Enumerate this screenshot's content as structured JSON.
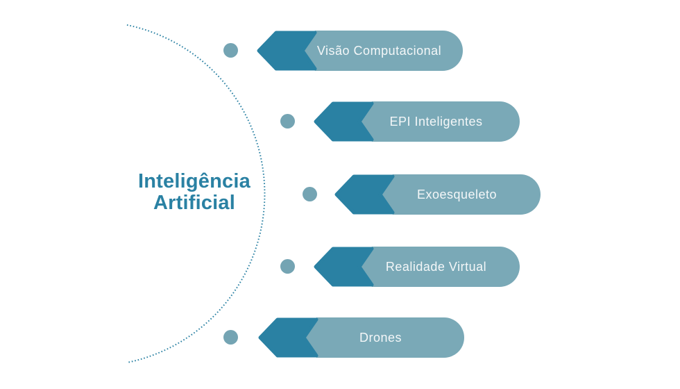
{
  "diagram": {
    "type": "radial-branch-list",
    "center": {
      "label": "Inteligência Artificial"
    },
    "items": [
      {
        "label": "Visão Computacional"
      },
      {
        "label": "EPI Inteligentes"
      },
      {
        "label": "Exoesqueleto"
      },
      {
        "label": "Realidade Virtual"
      },
      {
        "label": "Drones"
      }
    ],
    "colors": {
      "arrow_dark_teal": "#2a81a3",
      "pill_light_teal": "#7aa9b7",
      "bullet_dot": "#74a4b3",
      "arc_dotted": "#2a81a3",
      "title_text": "#2a81a3",
      "pill_text": "#f4f7f8",
      "background": "#ffffff"
    }
  }
}
